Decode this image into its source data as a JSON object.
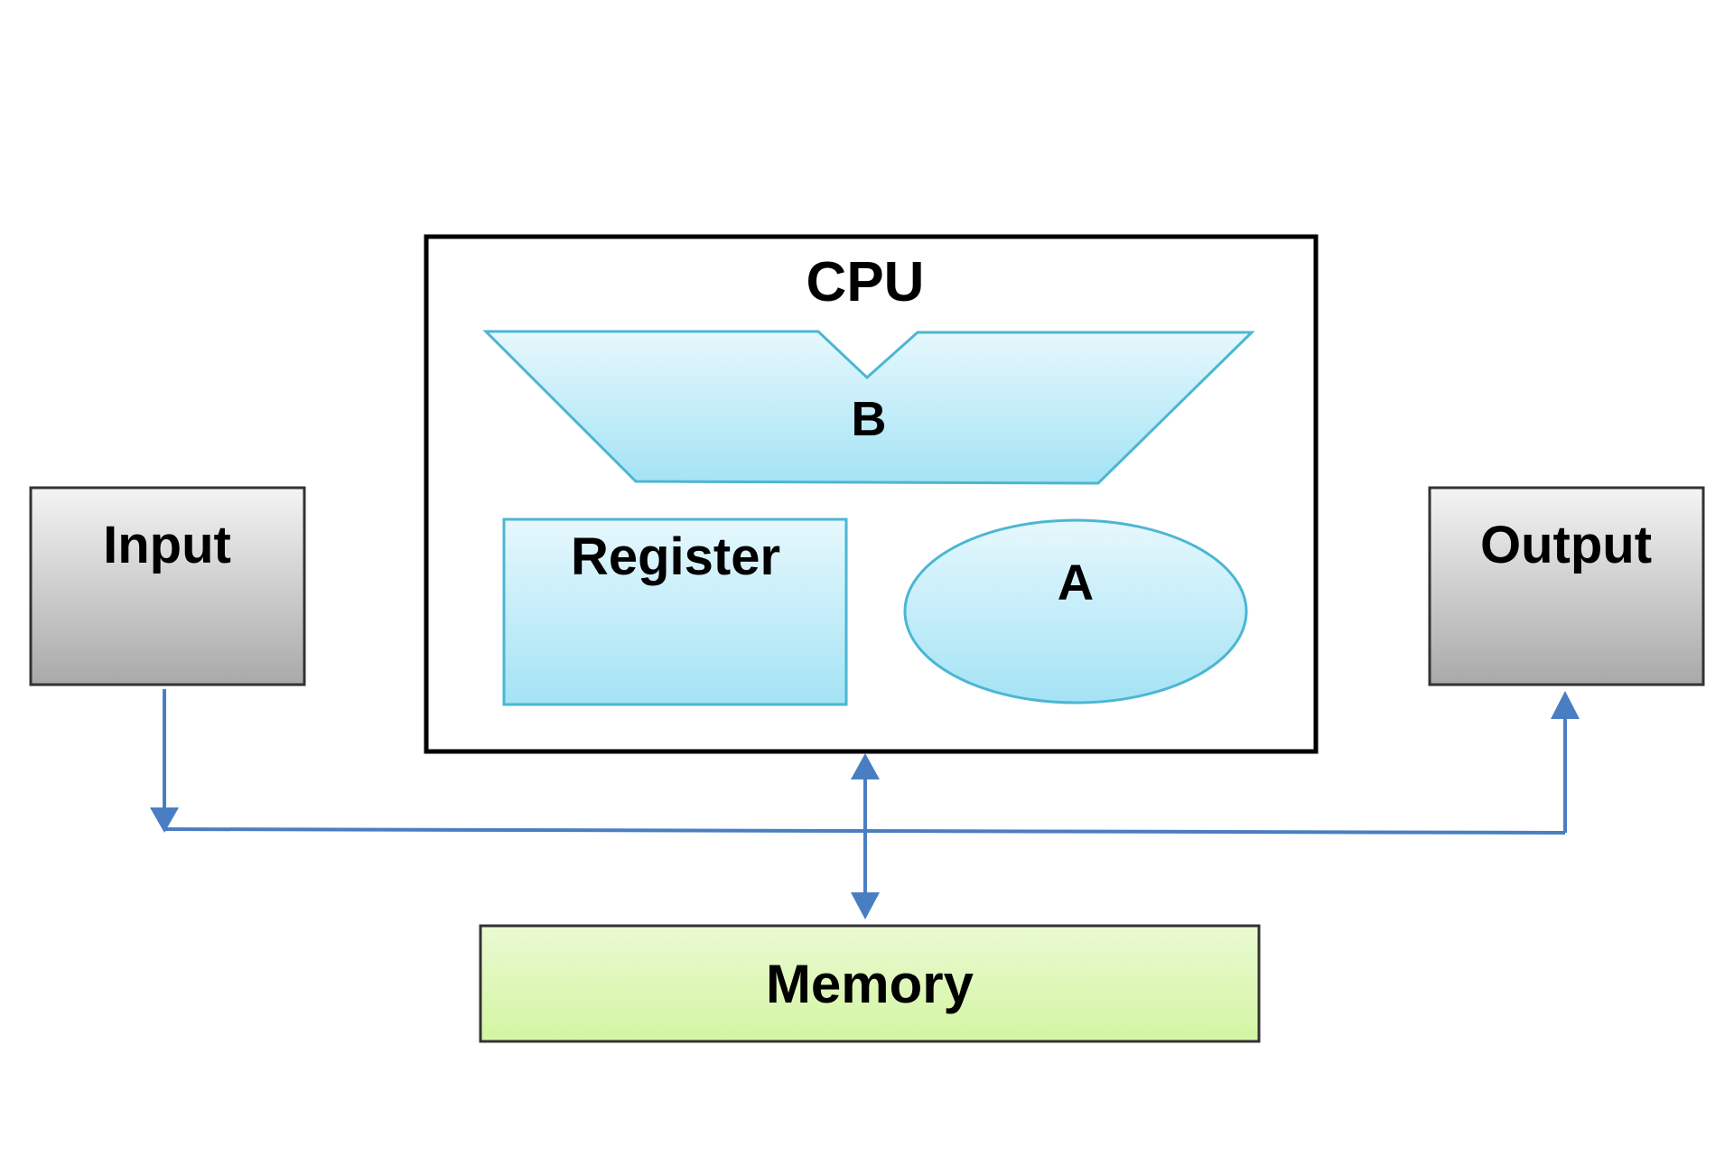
{
  "diagram": {
    "cpu": {
      "label": "CPU"
    },
    "b_unit": {
      "label": "B"
    },
    "register": {
      "label": "Register"
    },
    "a_unit": {
      "label": "A"
    },
    "input": {
      "label": "Input"
    },
    "output": {
      "label": "Output"
    },
    "memory": {
      "label": "Memory"
    }
  },
  "colors": {
    "connector": "#4a7ec3",
    "cpu_border": "#000000",
    "unit_fill_top": "#e6f8fd",
    "unit_fill_bottom": "#a4e3f5",
    "unit_stroke": "#4cb6d3",
    "io_fill_top": "#f4f4f4",
    "io_fill_bottom": "#a9a9a9",
    "memory_fill_top": "#eafad2",
    "memory_fill_bottom": "#d3f5a2"
  }
}
